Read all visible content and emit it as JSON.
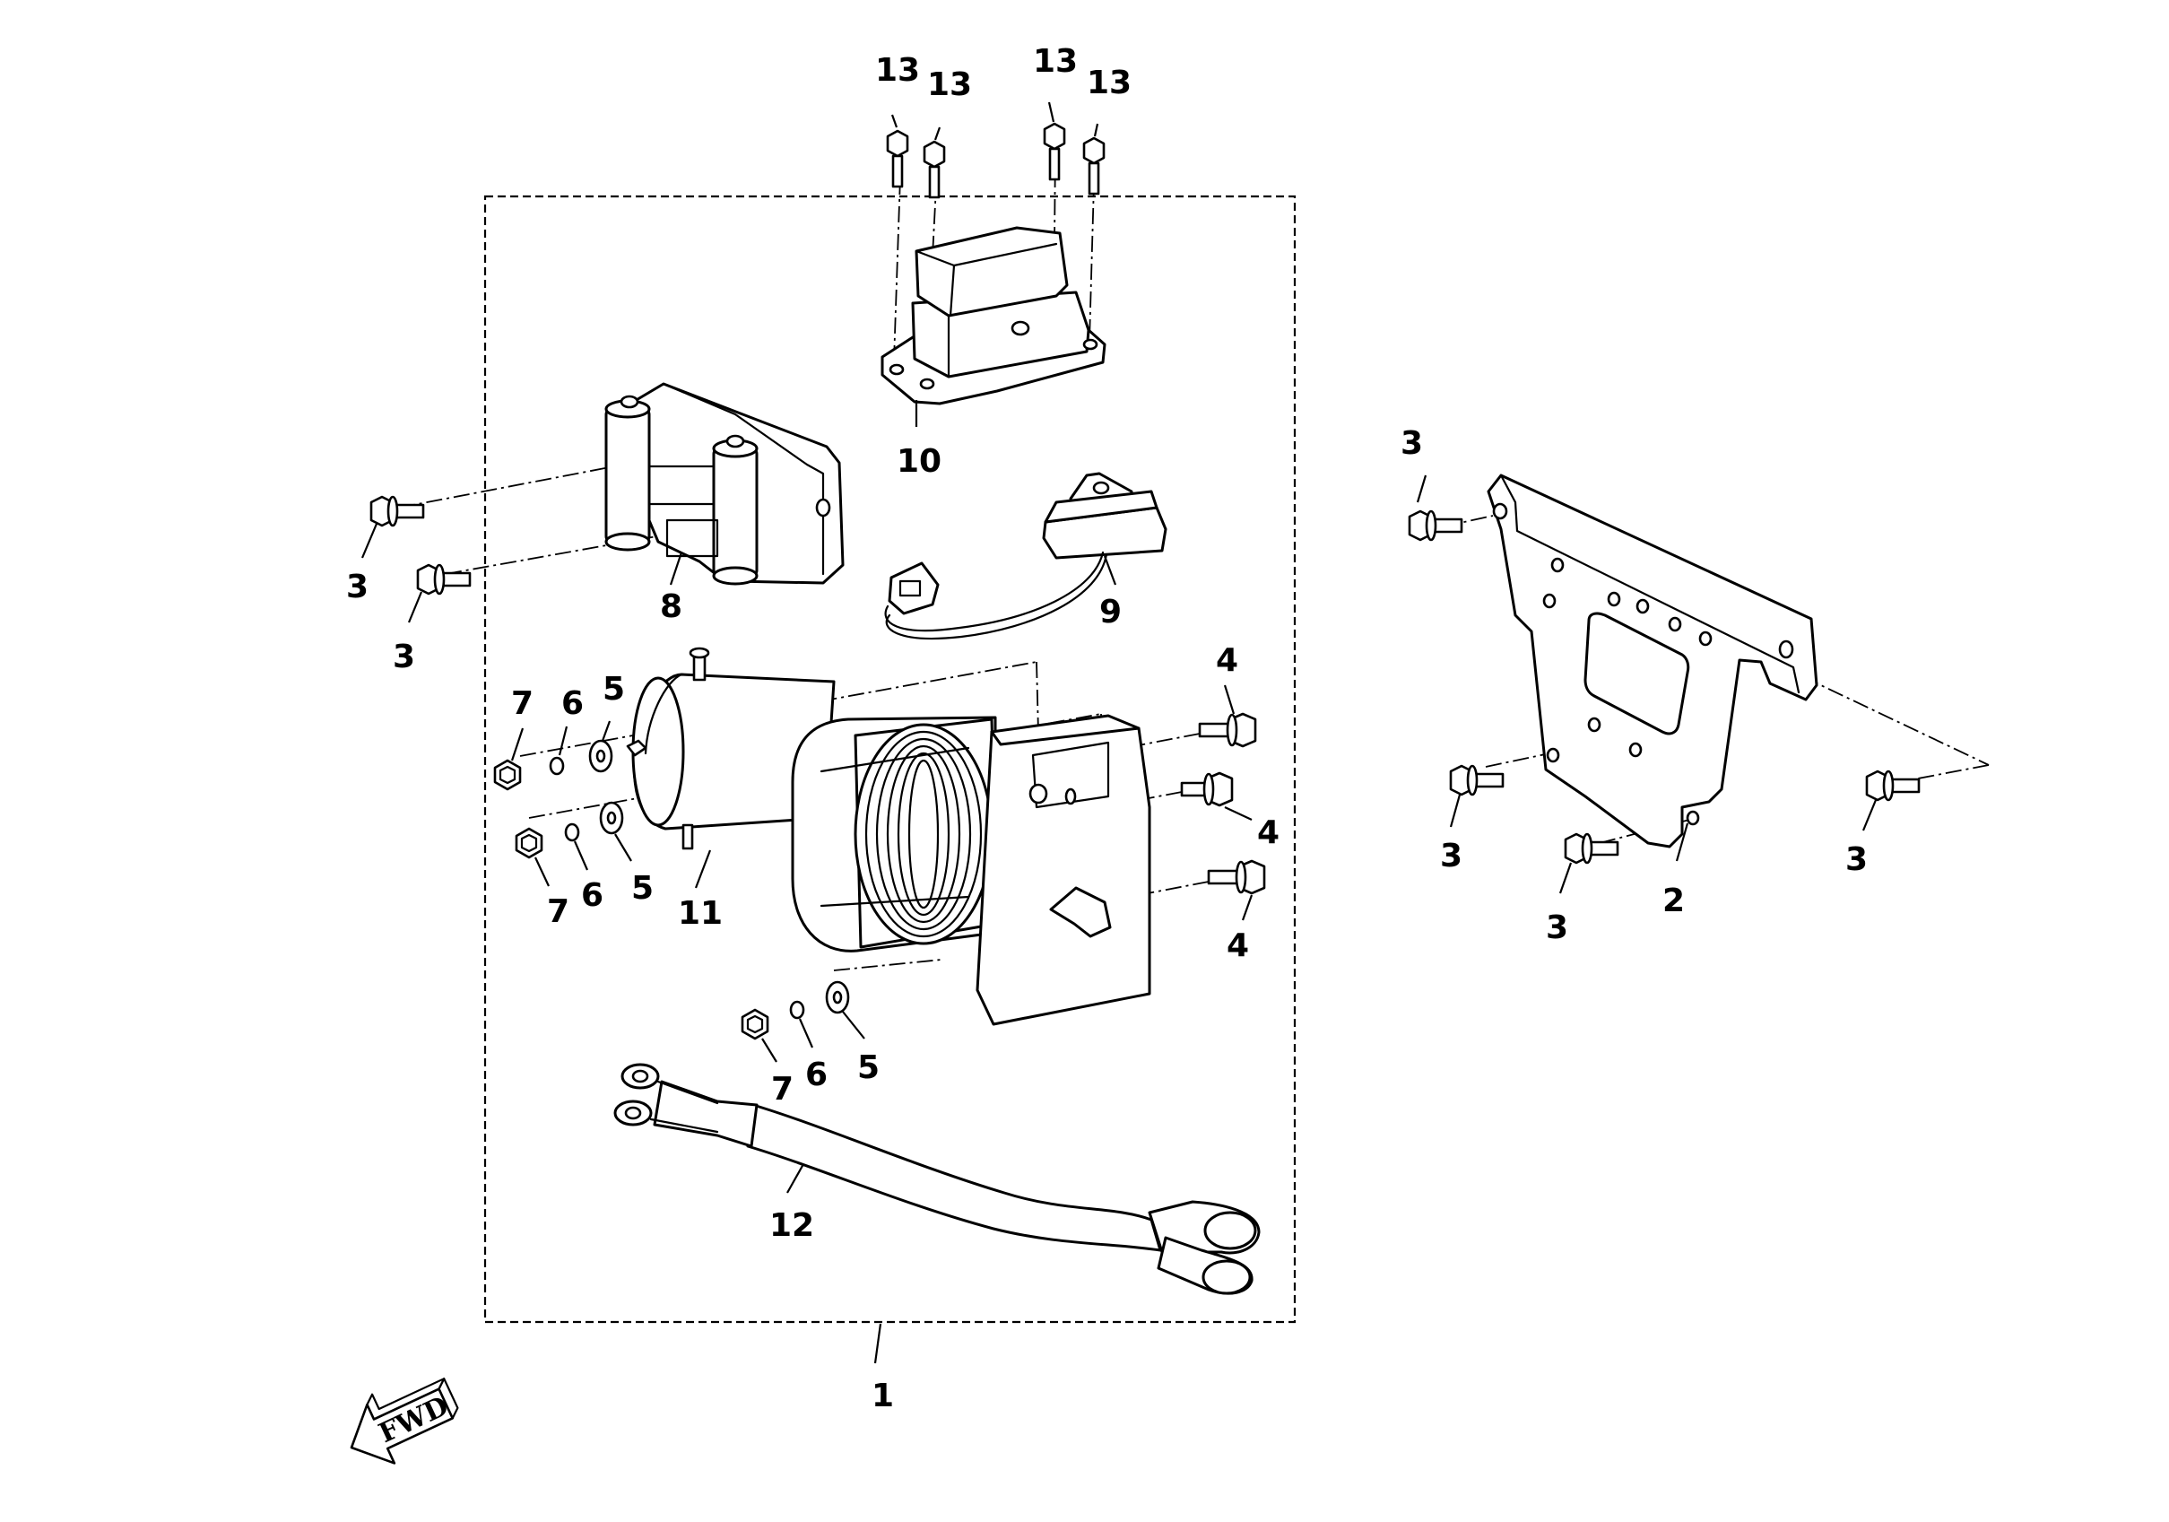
{
  "callouts": [
    {
      "id": "c1",
      "label": "1"
    },
    {
      "id": "c2",
      "label": "2"
    },
    {
      "id": "c3a",
      "label": "3"
    },
    {
      "id": "c3b",
      "label": "3"
    },
    {
      "id": "c3c",
      "label": "3"
    },
    {
      "id": "c3d",
      "label": "3"
    },
    {
      "id": "c3e",
      "label": "3"
    },
    {
      "id": "c3f",
      "label": "3"
    },
    {
      "id": "c4a",
      "label": "4"
    },
    {
      "id": "c4b",
      "label": "4"
    },
    {
      "id": "c4c",
      "label": "4"
    },
    {
      "id": "c5a",
      "label": "5"
    },
    {
      "id": "c5b",
      "label": "5"
    },
    {
      "id": "c5c",
      "label": "5"
    },
    {
      "id": "c6a",
      "label": "6"
    },
    {
      "id": "c6b",
      "label": "6"
    },
    {
      "id": "c6c",
      "label": "6"
    },
    {
      "id": "c7a",
      "label": "7"
    },
    {
      "id": "c7b",
      "label": "7"
    },
    {
      "id": "c7c",
      "label": "7"
    },
    {
      "id": "c8",
      "label": "8"
    },
    {
      "id": "c9",
      "label": "9"
    },
    {
      "id": "c10",
      "label": "10"
    },
    {
      "id": "c11",
      "label": "11"
    },
    {
      "id": "c12",
      "label": "12"
    },
    {
      "id": "c13a",
      "label": "13"
    },
    {
      "id": "c13b",
      "label": "13"
    },
    {
      "id": "c13c",
      "label": "13"
    },
    {
      "id": "c13d",
      "label": "13"
    }
  ],
  "direction_arrow": {
    "label": "FWD"
  }
}
